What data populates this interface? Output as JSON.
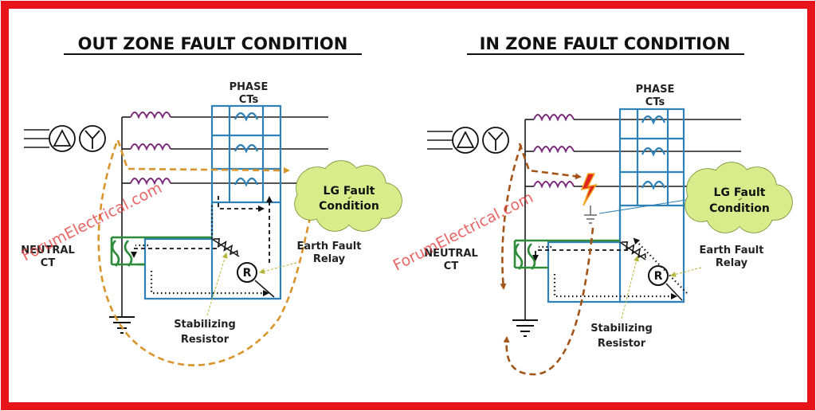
{
  "colors": {
    "frame": "#e8141b",
    "phase_ct": "#2f82b8",
    "inductor": "#7b2a7b",
    "neutral_ct": "#2e8b3a",
    "cloud": "#d9ec8c",
    "out_zone_current": "#d9952b",
    "in_zone_current": "#a35418",
    "watermark": "#e43c3c",
    "fault_spark": "#e0241d"
  },
  "icons": [
    "delta-winding-icon",
    "star-winding-icon",
    "ground-icon",
    "relay-r-icon",
    "resistor-icon",
    "cloud-icon",
    "fault-spark-icon"
  ],
  "panels": [
    {
      "title": "OUT ZONE FAULT CONDITION",
      "phase_label_line1": "PHASE",
      "phase_label_line2": "CTs",
      "neutral_label_line1": "NEUTRAL",
      "neutral_label_line2": "CT",
      "relay_label_line1": "Earth Fault",
      "relay_label_line2": "Relay",
      "resistor_label_line1": "Stabilizing",
      "resistor_label_line2": "Resistor",
      "cloud_line1": "LG Fault",
      "cloud_line2": "Condition",
      "relay_symbol": "R",
      "watermark": "ForumElectrical.com"
    },
    {
      "title": "IN ZONE FAULT CONDITION",
      "phase_label_line1": "PHASE",
      "phase_label_line2": "CTs",
      "neutral_label_line1": "NEUTRAL",
      "neutral_label_line2": "CT",
      "relay_label_line1": "Earth Fault",
      "relay_label_line2": "Relay",
      "resistor_label_line1": "Stabilizing",
      "resistor_label_line2": "Resistor",
      "cloud_line1": "LG Fault",
      "cloud_line2": "Condition",
      "relay_symbol": "R",
      "watermark": "ForumElectrical.com"
    }
  ]
}
